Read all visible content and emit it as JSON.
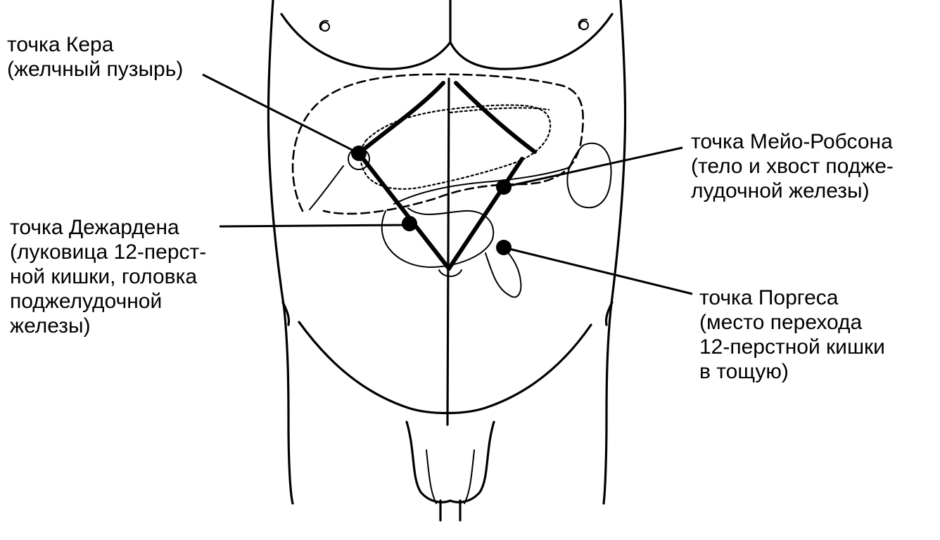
{
  "points": {
    "ker": {
      "lines": [
        "точка Кера",
        "(желчный пузырь)"
      ]
    },
    "mayo_robson": {
      "lines": [
        "точка Мейо-Робсона",
        "(тело и хвост подже-",
        "лудочной железы)"
      ]
    },
    "desjardins": {
      "lines": [
        "точка Дежардена",
        "(луковица 12-перст-",
        "ной кишки, головка",
        "поджелудочной",
        "железы)"
      ]
    },
    "porges": {
      "lines": [
        "точка Поргеса",
        "(место перехода",
        "12-перстной кишки",
        "в тощую)"
      ]
    }
  }
}
